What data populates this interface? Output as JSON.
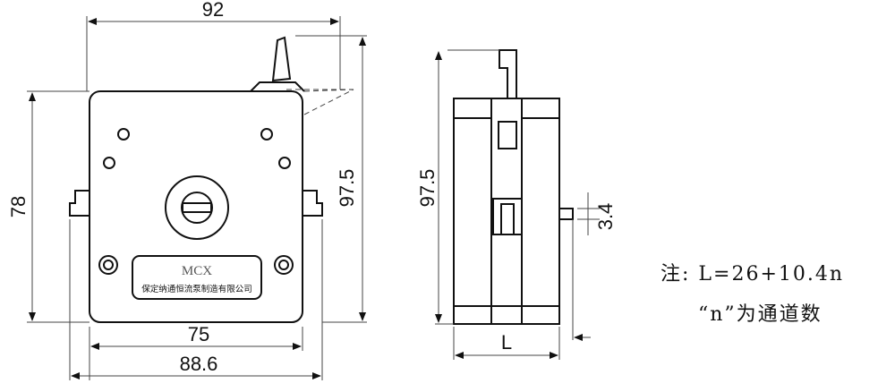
{
  "front_view": {
    "dimensions": {
      "width_top": "92",
      "height_left": "78",
      "height_right": "97.5",
      "width_bottom_inner": "75",
      "width_bottom_outer": "88.6"
    },
    "label_model": "MCX",
    "label_company": "保定纳通恒流泵制造有限公司"
  },
  "side_view": {
    "dimensions": {
      "height": "97.5",
      "shaft": "3.4",
      "length": "L"
    }
  },
  "note": {
    "line1": "注: L=26+10.4n",
    "line2": "“n”为通道数"
  }
}
